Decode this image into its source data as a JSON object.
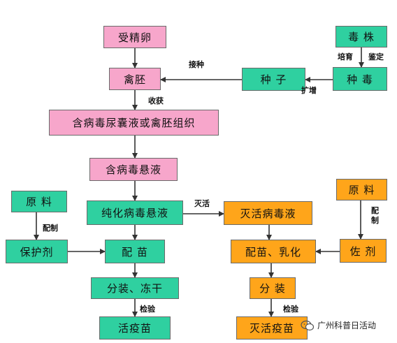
{
  "boxes": {
    "fertilized_egg": "受精卵",
    "poultry_embryo": "禽胚",
    "allantoic_fluid": "含病毒尿囊液或禽胚组织",
    "virus_suspension": "含病毒悬液",
    "purified_virus": "纯化病毒悬液",
    "prep_vaccine_live": "配 苗",
    "split_freeze_dry": "分装、冻干",
    "live_vaccine": "活疫苗",
    "raw_material_left": "原 料",
    "protectant": "保护剂",
    "virus_strain": "毒 株",
    "seed_virus": "种 毒",
    "seed": "种 子",
    "raw_material_right": "原 料",
    "adjuvant": "佐 剂",
    "inactivated_virus": "灭活病毒液",
    "prep_emulsify": "配苗、乳化",
    "split": "分 装",
    "inactivated_vaccine": "灭活疫苗"
  },
  "labels": {
    "inoculate": "接种",
    "harvest": "收获",
    "expand": "扩增",
    "cultivate": "培育",
    "identify": "鉴定",
    "inactivate": "灭活",
    "formulate_left": "配制",
    "formulate_right": "配制",
    "inspect_left": "检验",
    "inspect_right": "检验"
  },
  "watermark": {
    "text": "广州科普日活动"
  },
  "colors": {
    "pink": "#f7a6cb",
    "teal": "#2fd0a0",
    "orange": "#ffa51a",
    "arrow": "#333333"
  }
}
